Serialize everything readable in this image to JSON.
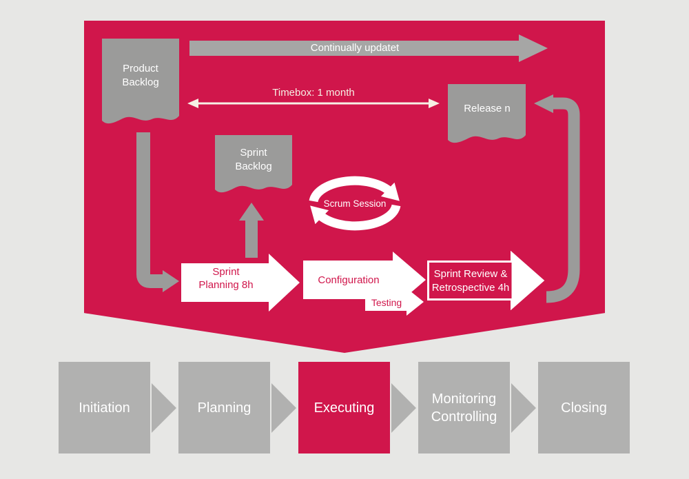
{
  "colors": {
    "background": "#e7e7e5",
    "crimson": "#d0164b",
    "gray_shape": "#9b9b9a",
    "gray_arrow_light": "#a6a6a5",
    "phase_gray": "#b1b1b0",
    "cream": "#f6f0e4",
    "white": "#ffffff"
  },
  "diagram": {
    "product_backlog_label": "Product\nBacklog",
    "continually_arrow_label": "Continually updatet",
    "timebox_label": "Timebox: 1 month",
    "release_label": "Release n",
    "sprint_backlog_label": "Sprint\nBacklog",
    "scrum_session_label": "Scrum Session",
    "sprint_planning_label": "Sprint\nPlanning 8h",
    "configuration_label": "Configuration",
    "testing_label": "Testing",
    "sprint_review_label": "Sprint Review &\nRetrospective 4h"
  },
  "phases": [
    {
      "label": "Initiation"
    },
    {
      "label": "Planning"
    },
    {
      "label": "Executing"
    },
    {
      "label": "Monitoring\nControlling"
    },
    {
      "label": "Closing"
    }
  ]
}
